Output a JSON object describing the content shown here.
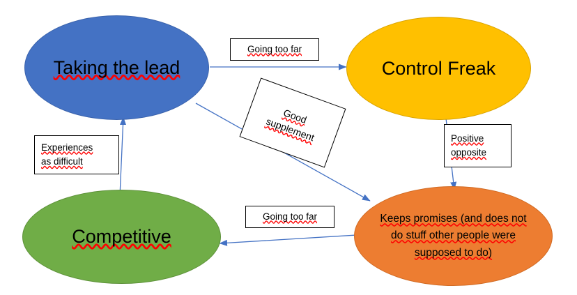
{
  "diagram": {
    "type": "cycle-relationship-diagram",
    "background": "#ffffff",
    "nodes": [
      {
        "id": "taking-the-lead",
        "label": "Taking the lead",
        "fill": "#4472C4",
        "spellcheck_underline": true
      },
      {
        "id": "control-freak",
        "label": "Control Freak",
        "fill": "#FFC000",
        "spellcheck_underline": false
      },
      {
        "id": "competitive",
        "label": "Competitive",
        "fill": "#70AD47",
        "spellcheck_underline": true
      },
      {
        "id": "keeps-promises",
        "label": "Keeps promises (and does not\ndo stuff other people were\nsupposed to do)",
        "fill": "#ED7D31",
        "spellcheck_underline": true
      }
    ],
    "edges": [
      {
        "id": "lead-to-control",
        "from": "taking-the-lead",
        "to": "control-freak",
        "label": "Going too far",
        "color": "#4472C4"
      },
      {
        "id": "lead-to-keeps",
        "from": "taking-the-lead",
        "to": "keeps-promises",
        "label": "Good\nsupplement",
        "color": "#4472C4"
      },
      {
        "id": "control-to-keeps",
        "from": "control-freak",
        "to": "keeps-promises",
        "label": "Positive\nopposite",
        "color": "#4472C4"
      },
      {
        "id": "keeps-to-competitive",
        "from": "keeps-promises",
        "to": "competitive",
        "label": "Going too far",
        "color": "#4472C4"
      },
      {
        "id": "competitive-to-lead",
        "from": "competitive",
        "to": "taking-the-lead",
        "label": "Experiences\nas difficult",
        "color": "#4472C4"
      }
    ]
  }
}
